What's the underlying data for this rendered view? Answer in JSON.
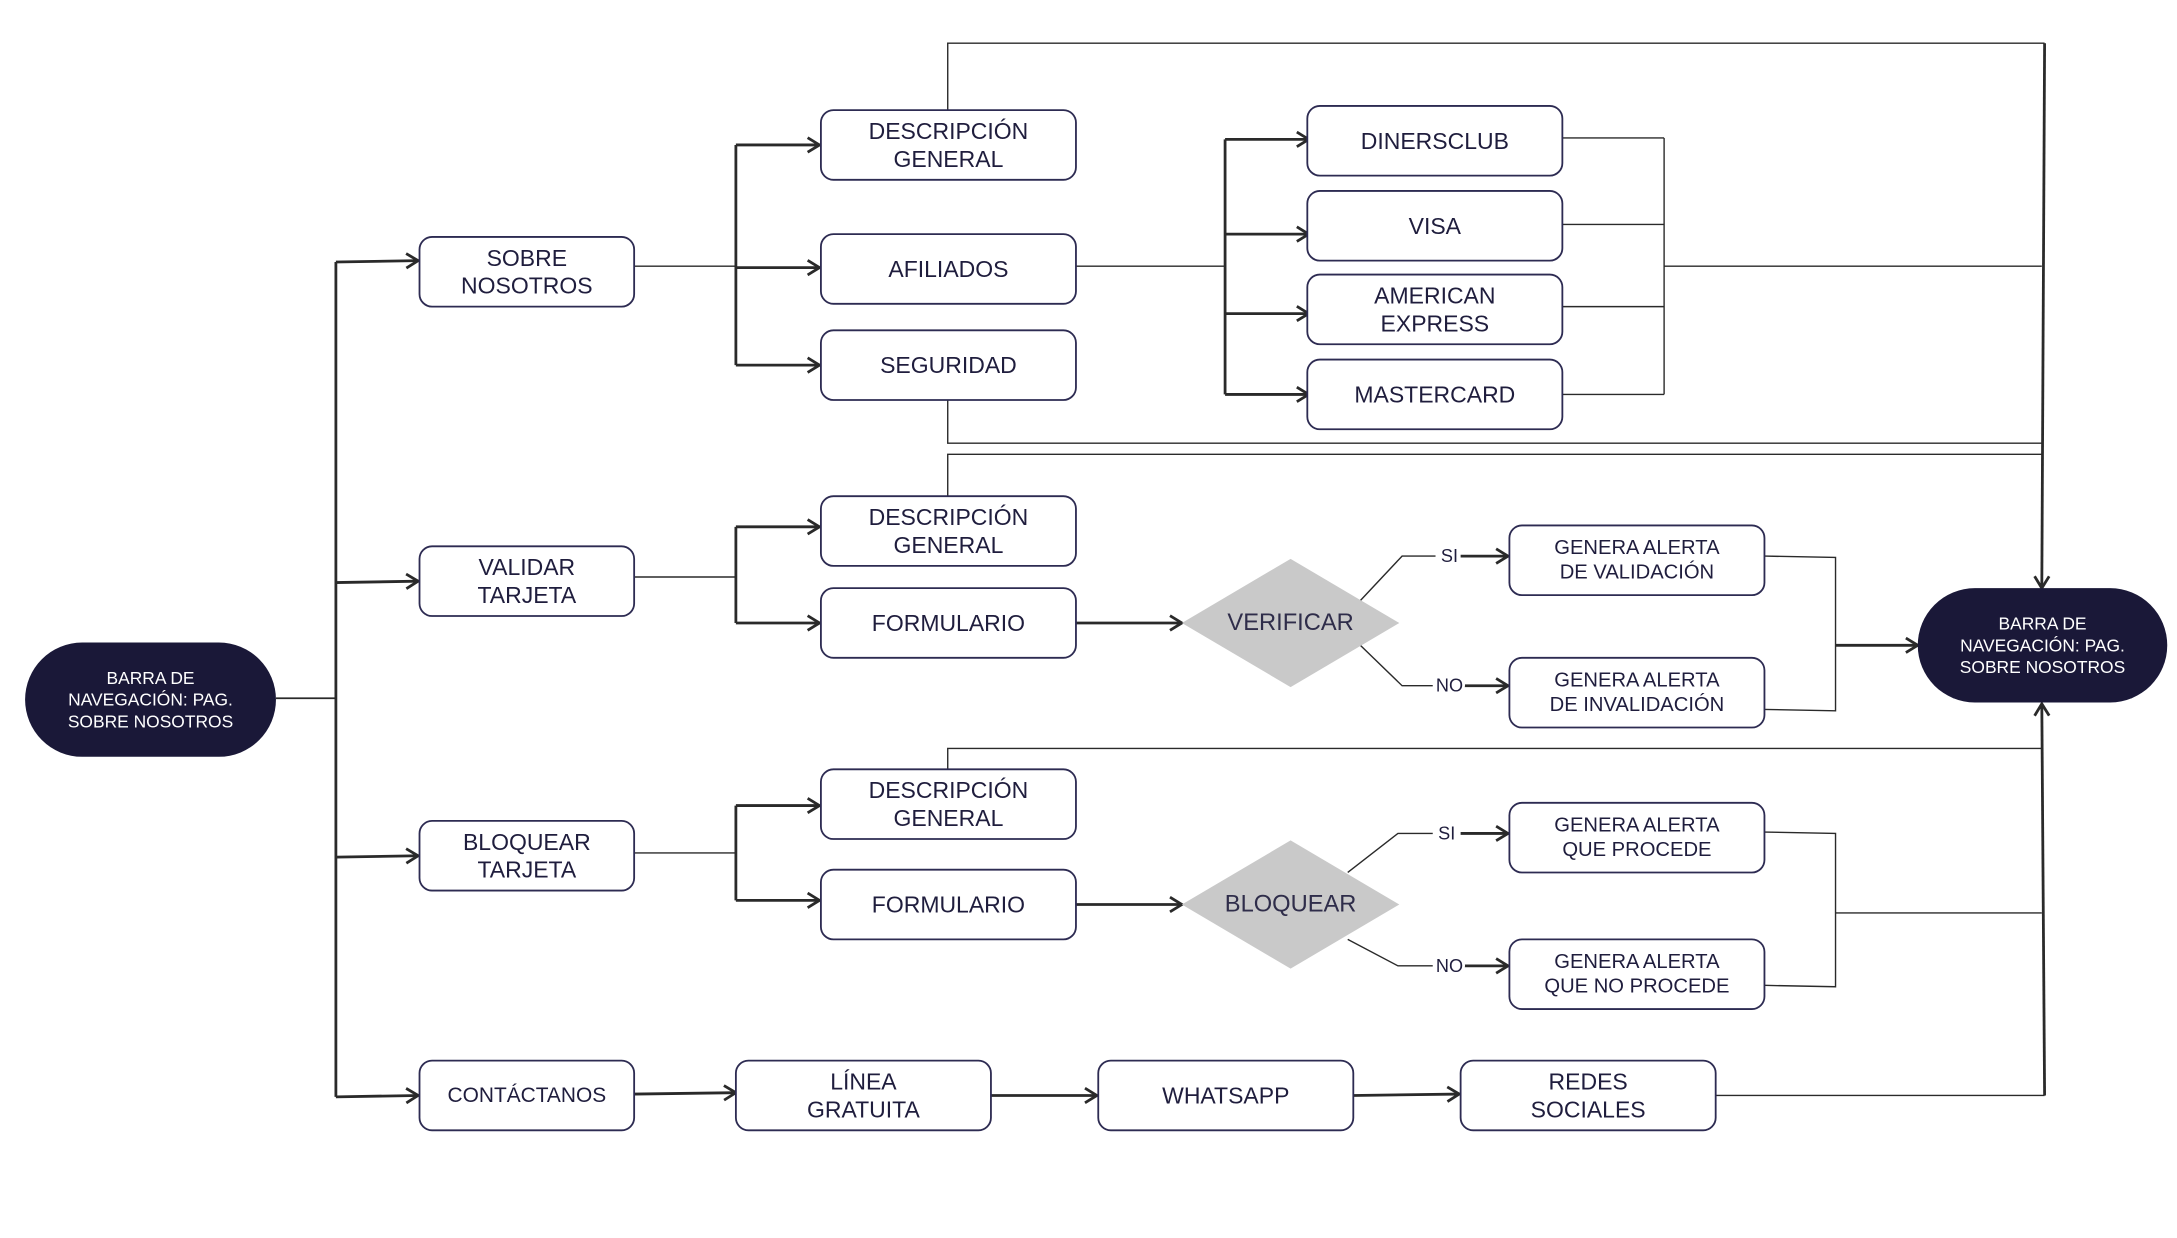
{
  "colors": {
    "navy": "#1a1838",
    "line": "#2a2a2a",
    "box_border": "#2d2b52",
    "decision_fill": "#c9c9c9",
    "text": "#1f1d3d"
  },
  "nodes": {
    "start": [
      "BARRA DE",
      "NAVEGACIÓN: PAG.",
      "SOBRE NOSOTROS"
    ],
    "end": [
      "BARRA DE",
      "NAVEGACIÓN: PAG.",
      "SOBRE NOSOTROS"
    ],
    "sobre_nosotros": [
      "SOBRE",
      "NOSOTROS"
    ],
    "validar_tarjeta": [
      "VALIDAR",
      "TARJETA"
    ],
    "bloquear_tarjeta": [
      "BLOQUEAR",
      "TARJETA"
    ],
    "contactanos": [
      "CONTÁCTANOS"
    ],
    "descripcion_general_1": [
      "DESCRIPCIÓN",
      "GENERAL"
    ],
    "afiliados": [
      "AFILIADOS"
    ],
    "seguridad": [
      "SEGURIDAD"
    ],
    "dinersclub": [
      "DINERSCLUB"
    ],
    "visa": [
      "VISA"
    ],
    "american_express": [
      "AMERICAN",
      "EXPRESS"
    ],
    "mastercard": [
      "MASTERCARD"
    ],
    "descripcion_general_2": [
      "DESCRIPCIÓN",
      "GENERAL"
    ],
    "formulario_1": [
      "FORMULARIO"
    ],
    "verificar": [
      "VERIFICAR"
    ],
    "alerta_validacion": [
      "GENERA ALERTA",
      "DE VALIDACIÓN"
    ],
    "alerta_invalidacion": [
      "GENERA ALERTA",
      "DE INVALIDACIÓN"
    ],
    "descripcion_general_3": [
      "DESCRIPCIÓN",
      "GENERAL"
    ],
    "formulario_2": [
      "FORMULARIO"
    ],
    "bloquear": [
      "BLOQUEAR"
    ],
    "alerta_procede": [
      "GENERA ALERTA",
      "QUE PROCEDE"
    ],
    "alerta_no_procede": [
      "GENERA ALERTA",
      "QUE NO PROCEDE"
    ],
    "linea_gratuita": [
      "LÍNEA",
      "GRATUITA"
    ],
    "whatsapp": [
      "WHATSAPP"
    ],
    "redes_sociales": [
      "REDES",
      "SOCIALES"
    ]
  },
  "edge_labels": {
    "si_1": "SI",
    "no_1": "NO",
    "si_2": "SI",
    "no_2": "NO"
  }
}
